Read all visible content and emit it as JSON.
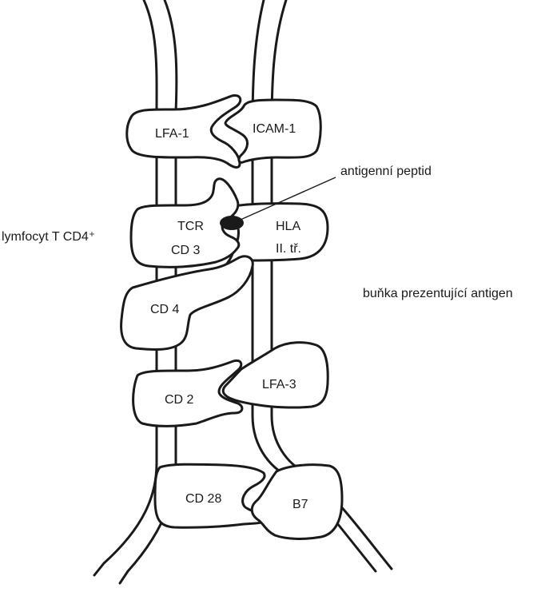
{
  "labels": {
    "lymphocyte": "lymfocyt  T CD4⁺",
    "apc": "buňka prezentující antigen",
    "peptide": "antigenní peptid"
  },
  "molecules": {
    "lfa1": "LFA-1",
    "icam1": "ICAM-1",
    "tcr": "TCR",
    "cd3": "CD 3",
    "hla": "HLA",
    "hla_class": "II. tř.",
    "cd4": "CD 4",
    "cd2": "CD 2",
    "lfa3": "LFA-3",
    "cd28": "CD 28",
    "b7": "B7"
  }
}
